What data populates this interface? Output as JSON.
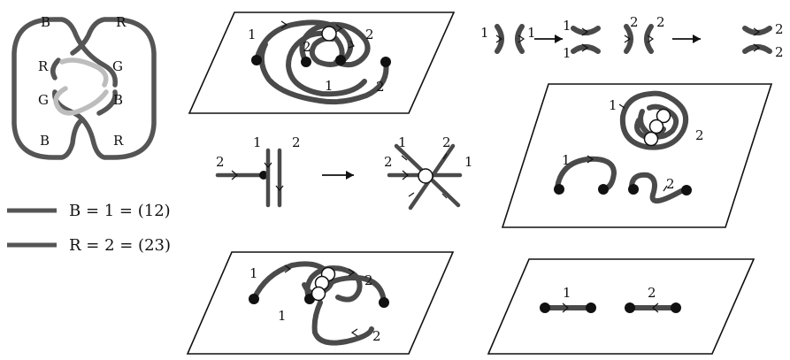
{
  "band_diagram": {
    "corner_labels": [
      "B",
      "R",
      "B",
      "R"
    ],
    "middle_labels": [
      "R",
      "G",
      "G",
      "B"
    ]
  },
  "legend": {
    "line_1": "B = 1 = (12)",
    "line_2": "R = 2 = (23)",
    "color_1": "#555555",
    "color_2": "#555555",
    "highlight_color": "#bdbdbd"
  },
  "panels": {
    "top_plane": {
      "labels": [
        "1",
        "2",
        "2",
        "1",
        "2"
      ]
    },
    "crossing_move": {
      "left": [
        "2",
        "1",
        "2"
      ],
      "right": [
        "1",
        "2",
        "2",
        "1"
      ]
    },
    "bottom_plane": {
      "labels": [
        "1",
        "2",
        "1",
        "2"
      ]
    },
    "band_moves": {
      "labels": [
        "1",
        "1",
        "1",
        "1",
        "2",
        "2",
        "2",
        "2"
      ]
    },
    "right_plane": {
      "labels": [
        "1",
        "2",
        "1",
        "2"
      ]
    },
    "final_plane": {
      "labels": [
        "1",
        "2"
      ]
    }
  }
}
